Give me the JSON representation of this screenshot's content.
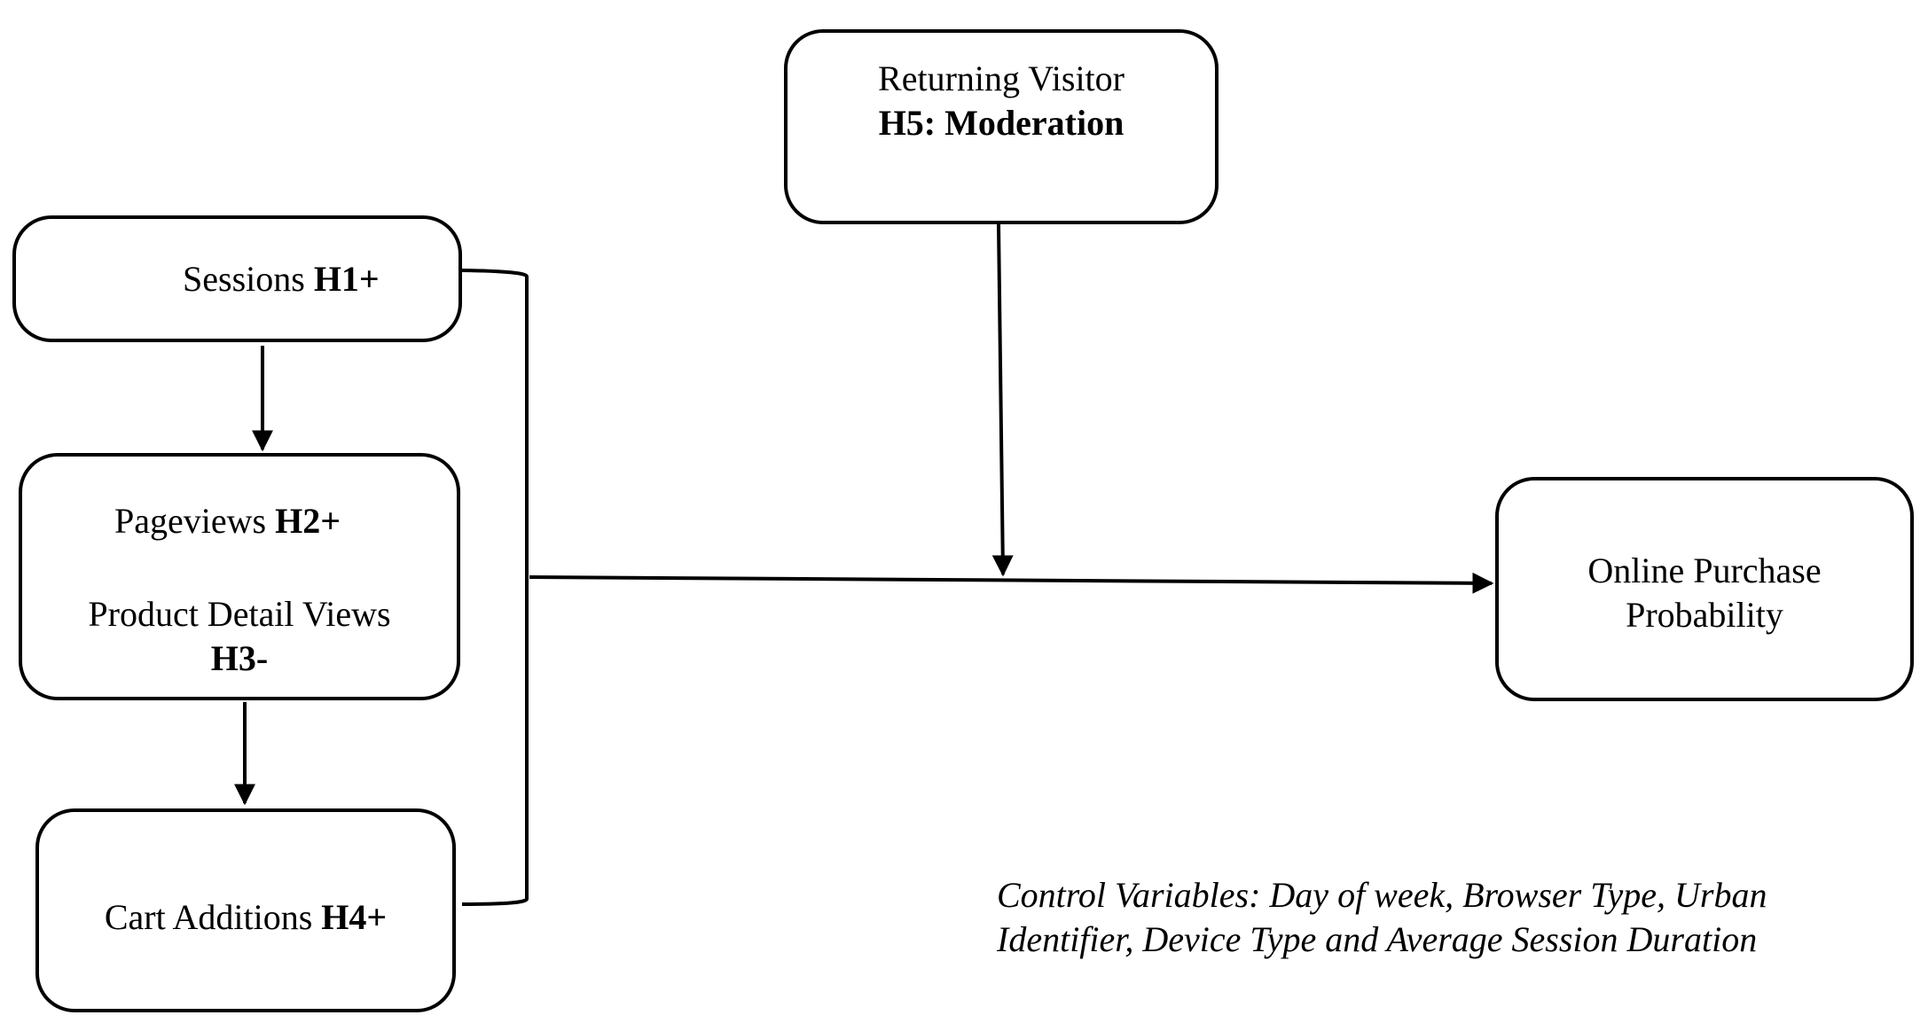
{
  "nodes": {
    "returning_visitor": {
      "label": "Returning Visitor",
      "hypothesis": "H5: Moderation"
    },
    "sessions": {
      "label": "Sessions",
      "hypothesis": "H1+"
    },
    "pageviews": {
      "label": "Pageviews",
      "hypothesis": "H2+"
    },
    "product_detail_views": {
      "label": "Product Detail Views",
      "hypothesis": "H3-"
    },
    "cart_additions": {
      "label": "Cart Additions",
      "hypothesis": "H4+"
    },
    "outcome": {
      "line1": "Online Purchase",
      "line2": "Probability"
    }
  },
  "controls": {
    "line1": "Control Variables: Day of week, Browser Type, Urban",
    "line2": "Identifier, Device Type and Average Session Duration"
  },
  "edges": [
    {
      "from": "sessions",
      "to": "pageviews"
    },
    {
      "from": "pageviews",
      "to": "cart_additions"
    },
    {
      "from": "sessions",
      "to": "outcome",
      "via": "bracket"
    },
    {
      "from": "cart_additions",
      "to": "outcome",
      "via": "bracket"
    },
    {
      "from": "returning_visitor",
      "to": "edge:predictors-outcome",
      "type": "moderation"
    }
  ]
}
